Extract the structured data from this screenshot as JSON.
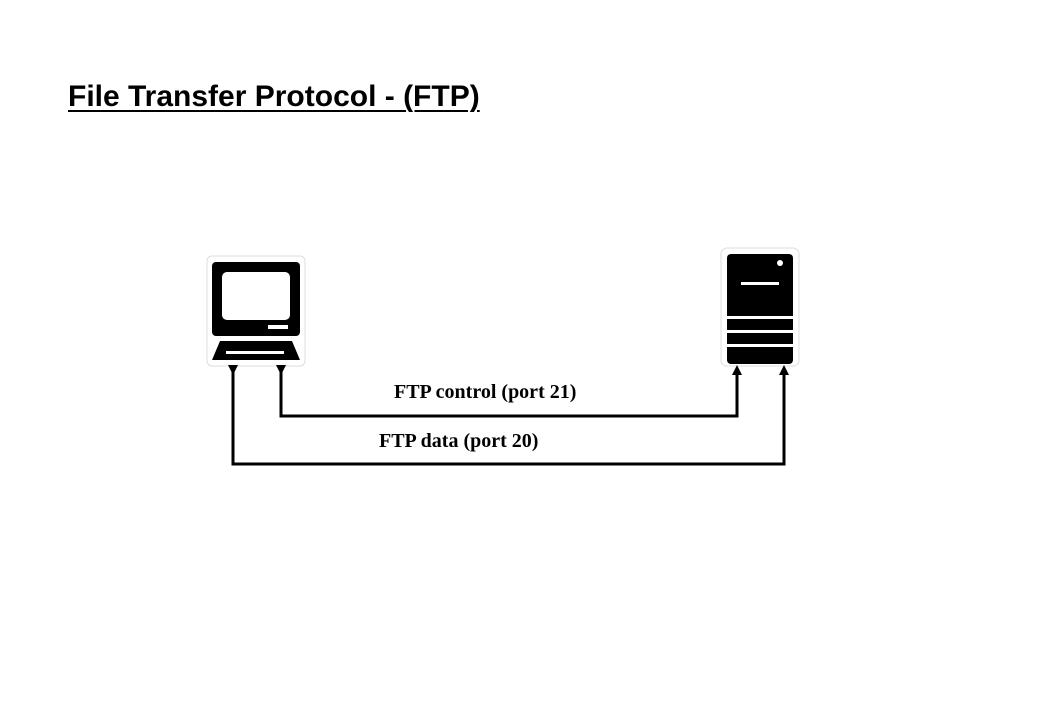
{
  "title": "File Transfer Protocol - (FTP)",
  "colors": {
    "foreground": "#000000",
    "background": "#ffffff"
  },
  "nodes": {
    "client": {
      "icon": "desktop-computer-icon"
    },
    "server": {
      "icon": "server-tower-icon"
    }
  },
  "connections": {
    "control": {
      "label": "FTP control (port 21)",
      "arrow_heads": "both"
    },
    "data": {
      "label": "FTP data (port 20)",
      "arrow_heads": "both"
    }
  }
}
